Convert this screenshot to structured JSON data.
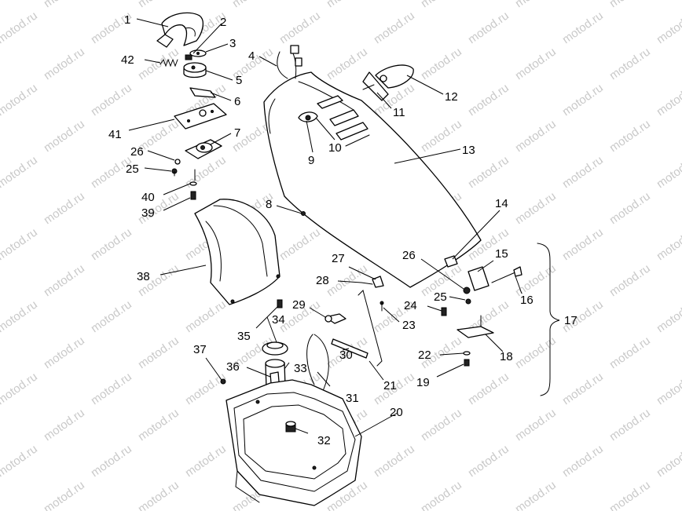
{
  "watermark": {
    "text": "motod.ru"
  },
  "callouts": [
    "1",
    "2",
    "3",
    "4",
    "5",
    "6",
    "7",
    "8",
    "9",
    "10",
    "11",
    "12",
    "13",
    "14",
    "15",
    "16",
    "17",
    "18",
    "19",
    "20",
    "21",
    "22",
    "23",
    "24",
    "25",
    "25",
    "26",
    "26",
    "27",
    "28",
    "29",
    "30",
    "31",
    "32",
    "33",
    "34",
    "35",
    "36",
    "37",
    "38",
    "39",
    "40",
    "41",
    "42"
  ],
  "colors": {
    "line": "#000000",
    "watermark": "#c9c9c9",
    "background": "#ffffff"
  }
}
